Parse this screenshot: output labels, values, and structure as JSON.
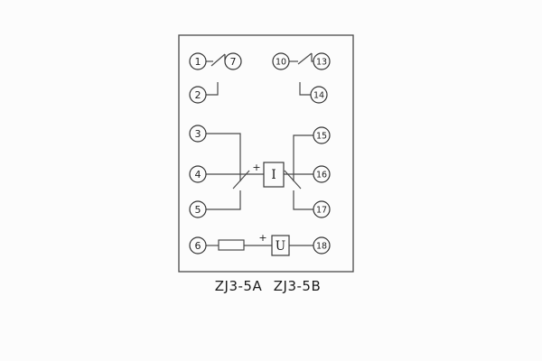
{
  "diagram": {
    "caption": {
      "left": "ZJ3-5A",
      "right": "ZJ3-5B"
    },
    "coil_current_label": "I",
    "coil_voltage_label": "U",
    "polarity_mark": "+",
    "terminals": {
      "t1": "1",
      "t2": "2",
      "t3": "3",
      "t4": "4",
      "t5": "5",
      "t6": "6",
      "t7": "7",
      "t10": "10",
      "t13": "13",
      "t14": "14",
      "t15": "15",
      "t16": "16",
      "t17": "17",
      "t18": "18"
    }
  }
}
